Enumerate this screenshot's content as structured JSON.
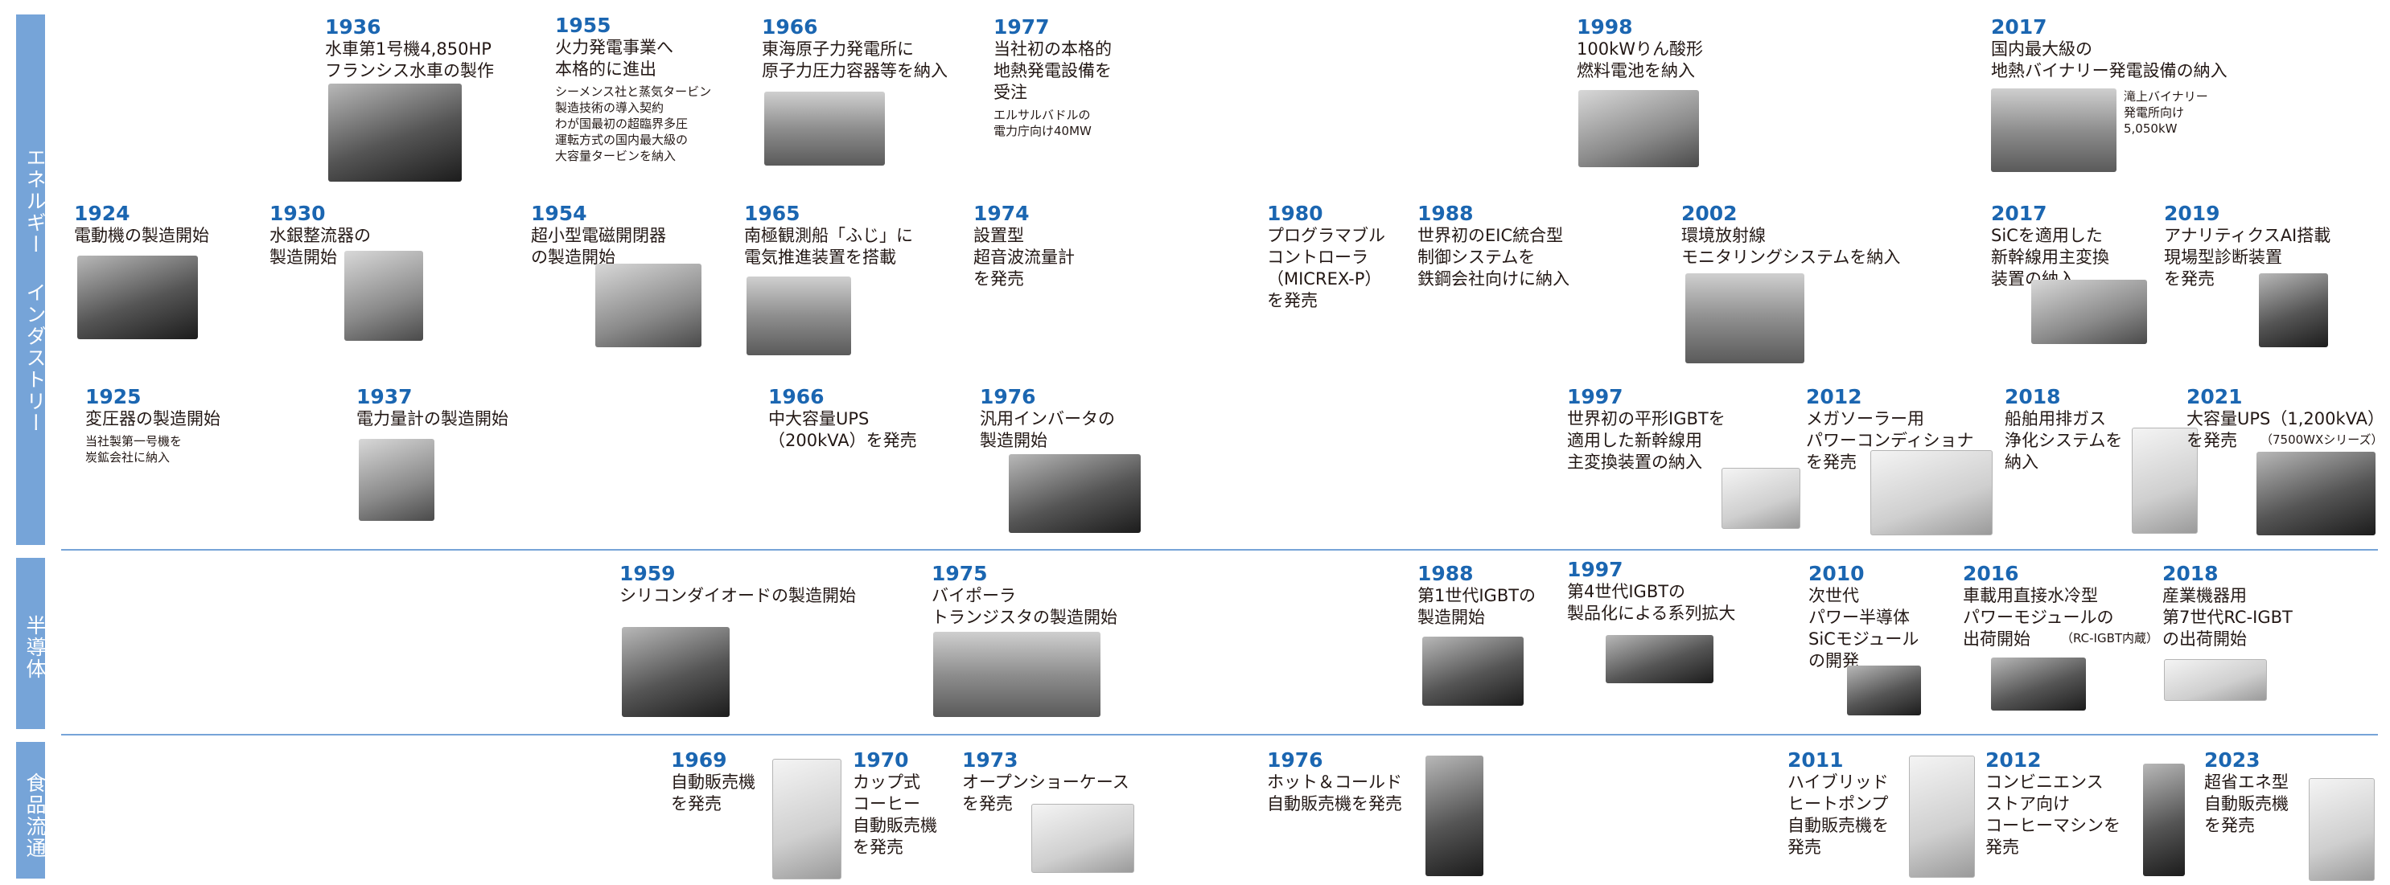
{
  "categories": {
    "energy": "エネルギー",
    "industry": "インダストリー",
    "semiconductor": "半導体",
    "food": "食品流通"
  },
  "events": {
    "e1936": {
      "year": "1936",
      "title": "水車第1号機4,850HP\nフランシス水車の製作"
    },
    "e1955": {
      "year": "1955",
      "title": "火力発電事業へ\n本格的に進出",
      "note": "シーメンス社と蒸気タービン\n製造技術の導入契約\nわが国最初の超臨界多圧\n運転方式の国内最大級の\n大容量タービンを納入"
    },
    "e1966a": {
      "year": "1966",
      "title": "東海原子力発電所に\n原子力圧力容器等を納入"
    },
    "e1977": {
      "year": "1977",
      "title": "当社初の本格的\n地熱発電設備を\n受注",
      "note": "エルサルバドルの\n電力庁向け40MW"
    },
    "e1998": {
      "year": "1998",
      "title": "100kWりん酸形\n燃料電池を納入"
    },
    "e2017a": {
      "year": "2017",
      "title": "国内最大級の\n地熱バイナリー発電設備の納入",
      "note": "滝上バイナリー\n発電所向け\n5,050kW"
    },
    "e1924": {
      "year": "1924",
      "title": "電動機の製造開始"
    },
    "e1930": {
      "year": "1930",
      "title": "水銀整流器の\n製造開始"
    },
    "e1954": {
      "year": "1954",
      "title": "超小型電磁開閉器\nの製造開始"
    },
    "e1965": {
      "year": "1965",
      "title": "南極観測船「ふじ」に\n電気推進装置を搭載"
    },
    "e1974": {
      "year": "1974",
      "title": "設置型\n超音波流量計\nを発売"
    },
    "e1980": {
      "year": "1980",
      "title": "プログラマブル\nコントローラ\n（MICREX-P）\nを発売"
    },
    "e1988a": {
      "year": "1988",
      "title": "世界初のEIC統合型\n制御システムを\n鉄鋼会社向けに納入"
    },
    "e2002": {
      "year": "2002",
      "title": "環境放射線\nモニタリングシステムを納入"
    },
    "e2017b": {
      "year": "2017",
      "title": "SiCを適用した\n新幹線用主変換\n装置の納入"
    },
    "e2019": {
      "year": "2019",
      "title": "アナリティクスAI搭載\n現場型診断装置\nを発売"
    },
    "e1925": {
      "year": "1925",
      "title": "変圧器の製造開始",
      "note": "当社製第一号機を\n炭鉱会社に納入"
    },
    "e1937": {
      "year": "1937",
      "title": "電力量計の製造開始"
    },
    "e1966b": {
      "year": "1966",
      "title": "中大容量UPS\n（200kVA）を発売"
    },
    "e1976a": {
      "year": "1976",
      "title": "汎用インバータの\n製造開始"
    },
    "e1997a": {
      "year": "1997",
      "title": "世界初の平形IGBTを\n適用した新幹線用\n主変換装置の納入"
    },
    "e2012a": {
      "year": "2012",
      "title": "メガソーラー用\nパワーコンディショナ\nを発売"
    },
    "e2018a": {
      "year": "2018",
      "title": "船舶用排ガス\n浄化システムを\n納入"
    },
    "e2021": {
      "year": "2021",
      "title": "大容量UPS（1,200kVA）\nを発売",
      "small": "（7500WXシリーズ）"
    },
    "e1959": {
      "year": "1959",
      "title": "シリコンダイオードの製造開始"
    },
    "e1975": {
      "year": "1975",
      "title": "バイポーラ\nトランジスタの製造開始"
    },
    "e1988b": {
      "year": "1988",
      "title": "第1世代IGBTの\n製造開始"
    },
    "e1997b": {
      "year": "1997",
      "title": "第4世代IGBTの\n製品化による系列拡大"
    },
    "e2010": {
      "year": "2010",
      "title": "次世代\nパワー半導体\nSiCモジュール\nの開発"
    },
    "e2016": {
      "year": "2016",
      "title": "車載用直接水冷型\nパワーモジュールの\n出荷開始",
      "small": "（RC-IGBT内蔵）"
    },
    "e2018b": {
      "year": "2018",
      "title": "産業機器用\n第7世代RC-IGBT\nの出荷開始"
    },
    "e1969": {
      "year": "1969",
      "title": "自動販売機\nを発売"
    },
    "e1970": {
      "year": "1970",
      "title": "カップ式\nコーヒー\n自動販売機\nを発売"
    },
    "e1973": {
      "year": "1973",
      "title": "オープンショーケース\nを発売"
    },
    "e1976b": {
      "year": "1976",
      "title": "ホット＆コールド\n自動販売機を発売"
    },
    "e2011": {
      "year": "2011",
      "title": "ハイブリッド\nヒートポンプ\n自動販売機を\n発売"
    },
    "e2012b": {
      "year": "2012",
      "title": "コンビニエンス\nストア向け\nコーヒーマシンを\n発売"
    },
    "e2023": {
      "year": "2023",
      "title": "超省エネ型\n自動販売機\nを発売"
    }
  }
}
